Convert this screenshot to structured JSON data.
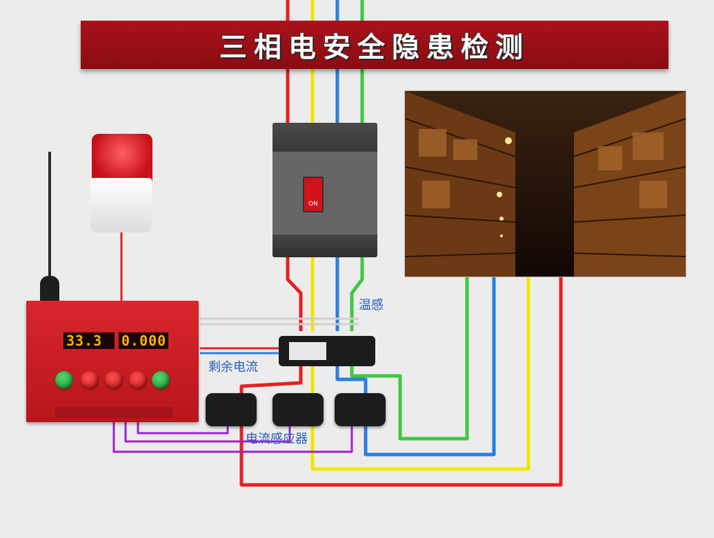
{
  "title": "三相电安全隐患检测",
  "labels": {
    "temperature": "温感",
    "residual_current": "剩余电流",
    "current_sensor": "电流感应器"
  },
  "controller": {
    "display_left": "33.3",
    "display_right": "0.000"
  },
  "breaker": {
    "handle_text": "ON"
  },
  "colors": {
    "banner": "#a8121a",
    "wire_red": "#e62020",
    "wire_yellow": "#f2e600",
    "wire_blue": "#2a7fe0",
    "wire_green": "#3ec83e",
    "wire_purple": "#a020d0",
    "label_blue": "#2a5fb4"
  }
}
